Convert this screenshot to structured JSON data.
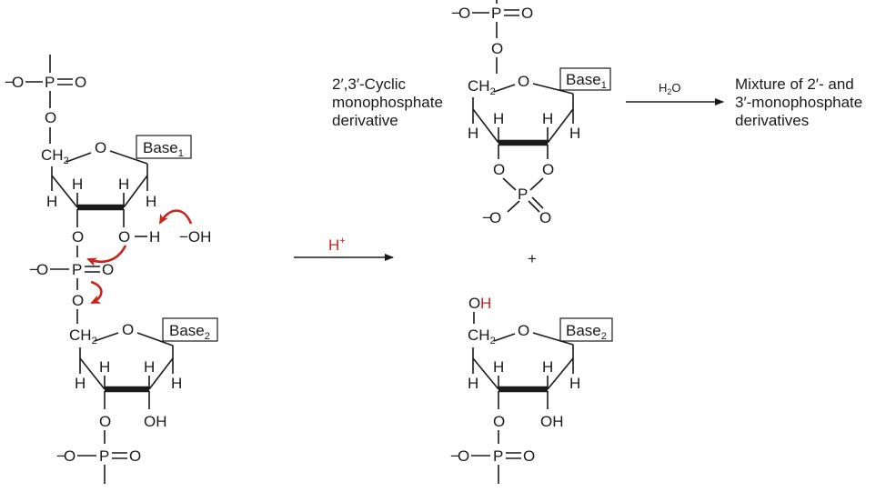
{
  "atoms": {
    "phosphorus": "P",
    "oxygen": "O",
    "hydrogen": "H",
    "minus": "−",
    "minus_oh": "−OH",
    "oh": "OH",
    "ch2_main": "CH",
    "ch2_sub": "2",
    "h2o_main": "H",
    "h2o_sub": "2",
    "h2o_o": "O",
    "hplus_main": "H",
    "hplus_sup": "+"
  },
  "labels": {
    "base1_main": "Base",
    "base1_sub": "1",
    "base2_main": "Base",
    "base2_sub": "2",
    "cyclic_line1": "2′,3′-Cyclic",
    "cyclic_line2": "monophosphate",
    "cyclic_line3": "derivative",
    "mixture_line1": "Mixture of 2′- and",
    "mixture_line2": "3′-monophosphate",
    "mixture_line3": "derivatives",
    "plus": "+"
  },
  "colors": {
    "ink": "#1a1a1a",
    "arrow_red": "#c8251e"
  }
}
